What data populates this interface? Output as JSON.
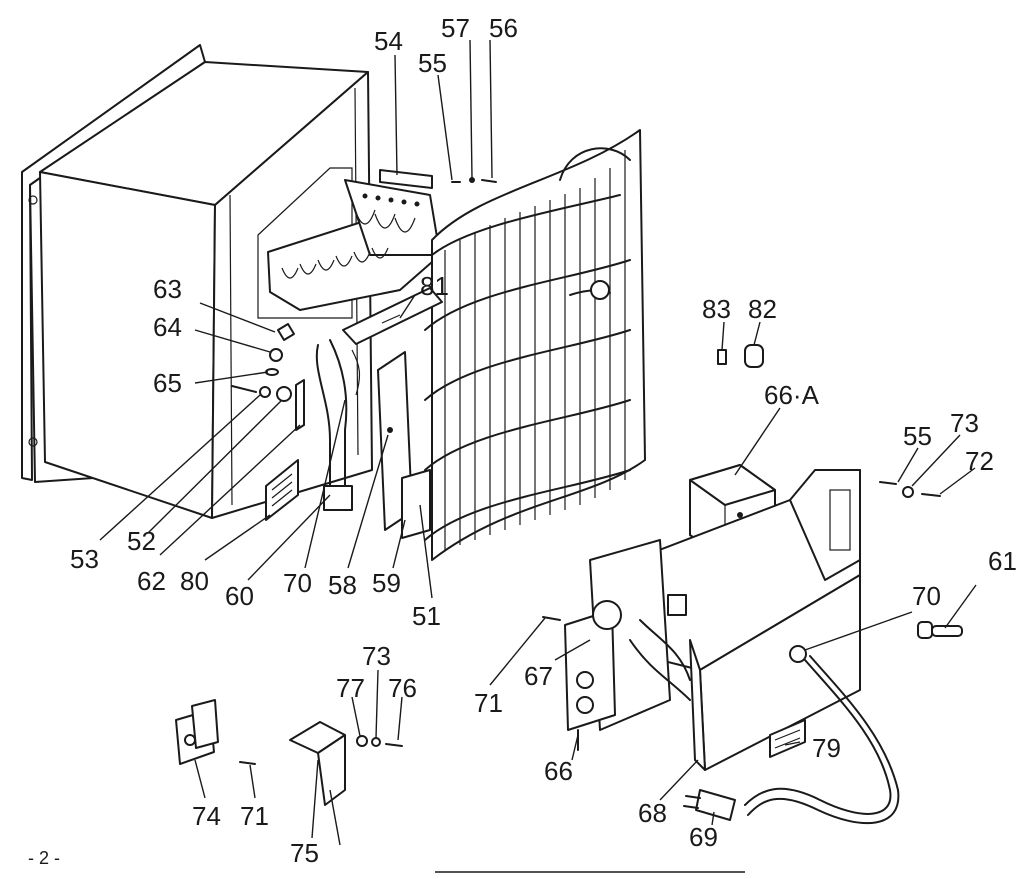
{
  "page": {
    "page_marker": "- 2 -",
    "ink_color": "#1a1a1a",
    "paper_color": "#ffffff"
  },
  "labels": {
    "p54": "54",
    "p55a": "55",
    "p57": "57",
    "p56": "56",
    "p63": "63",
    "p81": "81",
    "p64": "64",
    "p65": "65",
    "p83": "83",
    "p82": "82",
    "p66a": "66·A",
    "p55b": "55",
    "p73a": "73",
    "p72": "72",
    "p53": "53",
    "p52": "52",
    "p62": "62",
    "p80": "80",
    "p60": "60",
    "p70a": "70",
    "p58": "58",
    "p59": "59",
    "p51": "51",
    "p61": "61",
    "p70b": "70",
    "p71a": "71",
    "p67": "67",
    "p73b": "73",
    "p77": "77",
    "p76": "76",
    "p66": "66",
    "p79": "79",
    "p74": "74",
    "p71b": "71",
    "p68": "68",
    "p75": "75",
    "p69": "69"
  }
}
